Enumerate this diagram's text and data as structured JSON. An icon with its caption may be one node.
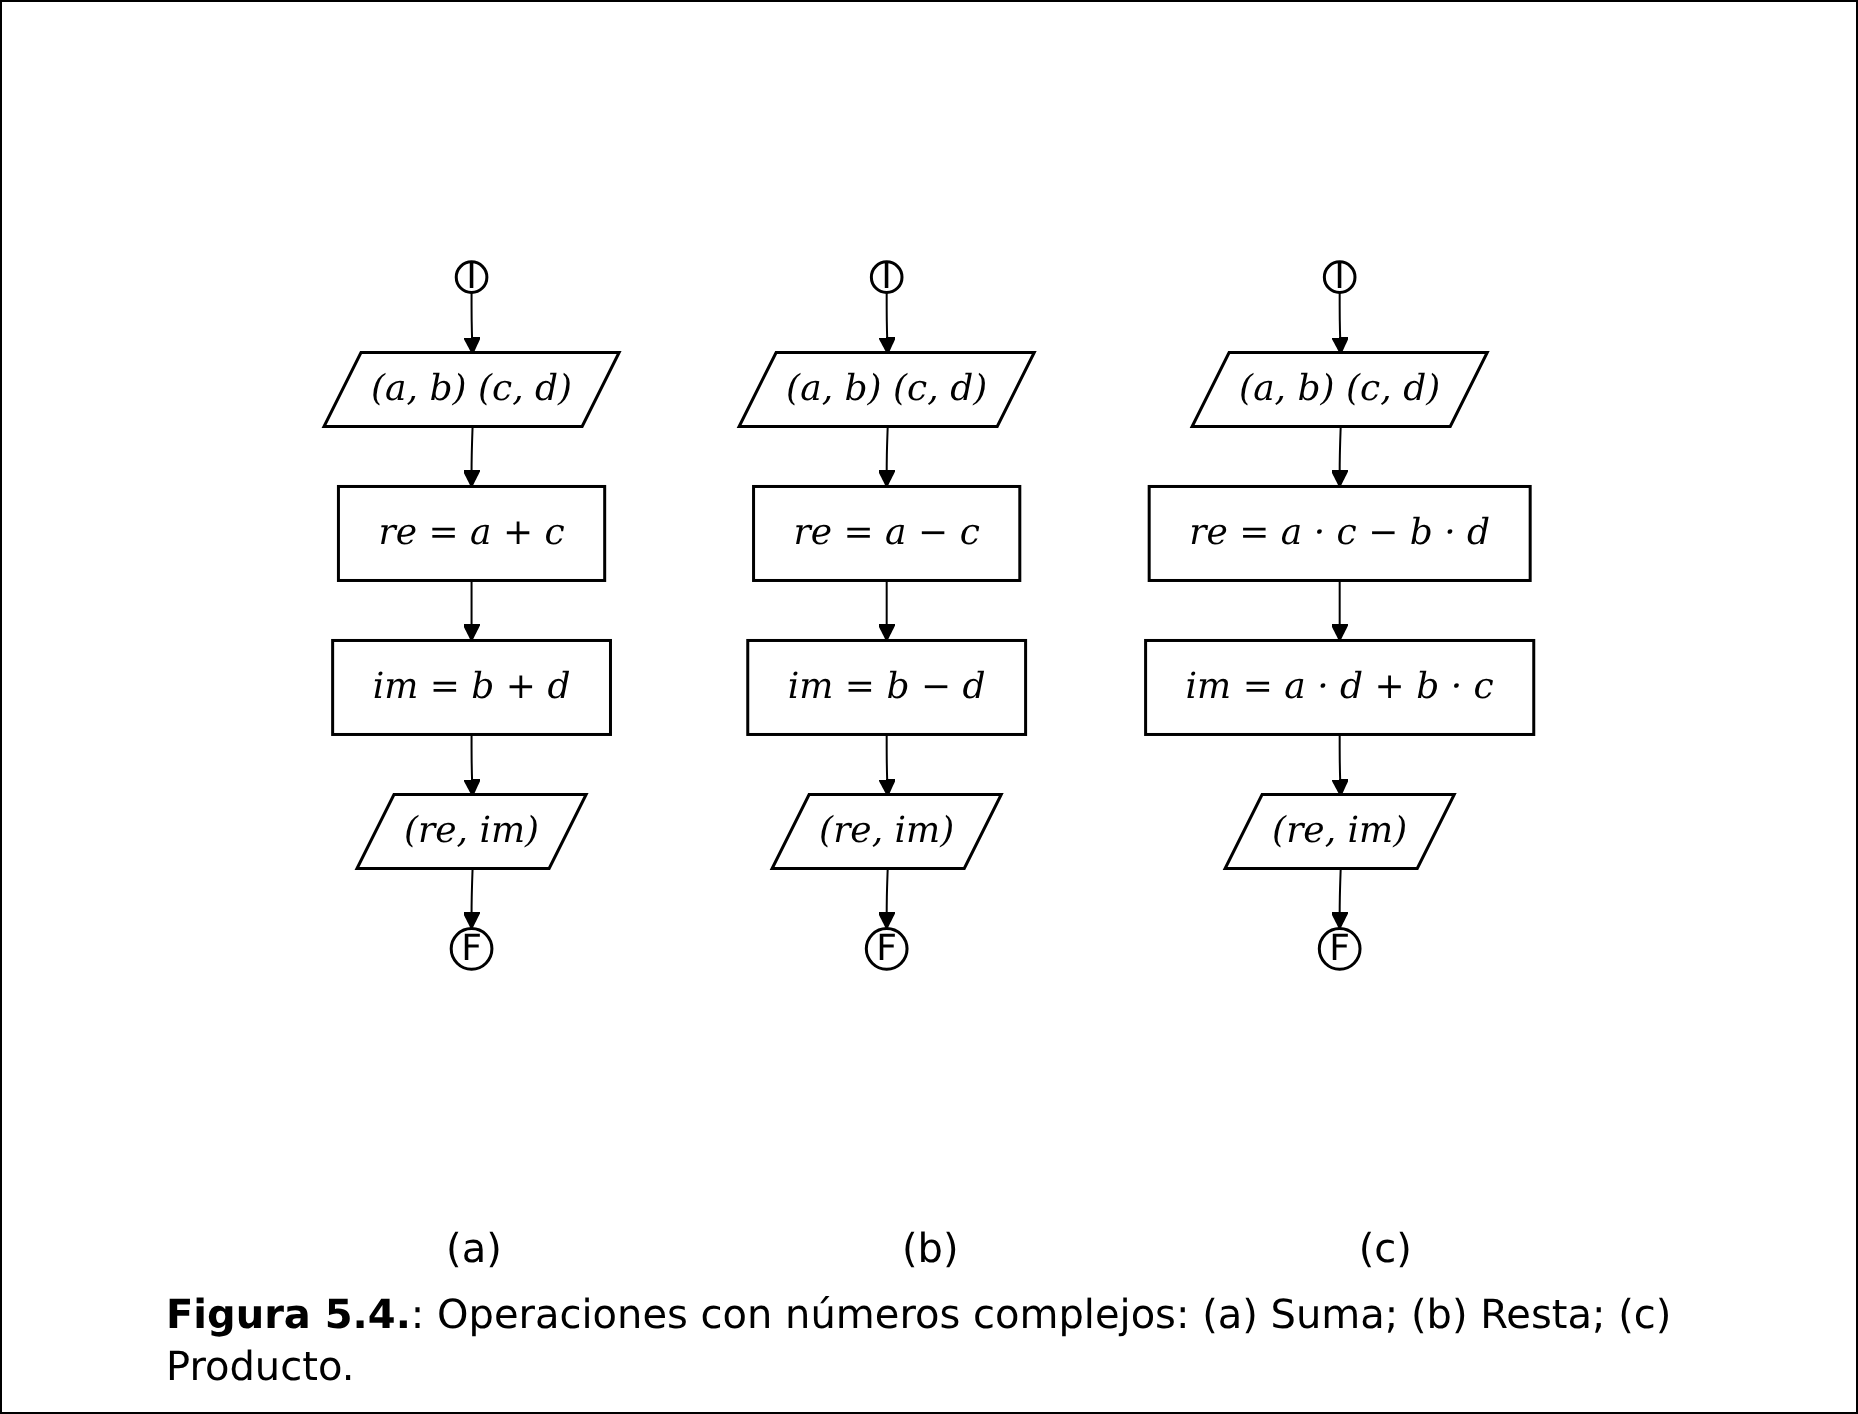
{
  "diagram": {
    "caption": "**Figura 5.4.**: Operaciones con números complejos: (a) Suma; (b) Resta; (c) Producto.",
    "nodes": [
      {
        "text": [
          "I"
        ]
      },
      {
        "text": [
          "(a, b) (c, d)"
        ]
      },
      {
        "text": [
          "re = a + c"
        ]
      },
      {
        "text": [
          "im = b + d"
        ]
      },
      {
        "text": [
          "(re, im)"
        ]
      },
      {
        "text": [
          "F"
        ]
      },
      {
        "text": [
          "I"
        ]
      },
      {
        "text": [
          "(a, b) (c, d)"
        ]
      },
      {
        "text": [
          "re = a − c"
        ]
      },
      {
        "text": [
          "im = b − d"
        ]
      },
      {
        "text": [
          "(re, im)"
        ]
      },
      {
        "text": [
          "F"
        ]
      },
      {
        "text": [
          "I"
        ]
      },
      {
        "text": [
          "(a, b) (c, d)"
        ]
      },
      {
        "text": [
          "re = a · c − b · d"
        ]
      },
      {
        "text": [
          "im = a · d + b · c"
        ]
      },
      {
        "text": [
          "(re, im)"
        ]
      },
      {
        "text": [
          "F"
        ]
      }
    ],
    "edges": [
      {
        "from": 0,
        "to": 1,
        "arrow": "to"
      },
      {
        "from": 1,
        "to": 2,
        "arrow": "to"
      },
      {
        "from": 2,
        "to": 3,
        "arrow": "to"
      },
      {
        "from": 3,
        "to": 4,
        "arrow": "to"
      },
      {
        "from": 4,
        "to": 5,
        "arrow": "to"
      },
      {
        "from": 6,
        "to": 7,
        "arrow": "to"
      },
      {
        "from": 7,
        "to": 8,
        "arrow": "to"
      },
      {
        "from": 8,
        "to": 9,
        "arrow": "to"
      },
      {
        "from": 9,
        "to": 10,
        "arrow": "to"
      },
      {
        "from": 10,
        "to": 11,
        "arrow": "to"
      },
      {
        "from": 12,
        "to": 13,
        "arrow": "to"
      },
      {
        "from": 13,
        "to": 14,
        "arrow": "to"
      },
      {
        "from": 14,
        "to": 15,
        "arrow": "to"
      },
      {
        "from": 15,
        "to": 16,
        "arrow": "to"
      },
      {
        "from": 16,
        "to": 17,
        "arrow": "to"
      }
    ],
    "labels": [
      "(a)",
      "(b)",
      "(c)"
    ]
  }
}
